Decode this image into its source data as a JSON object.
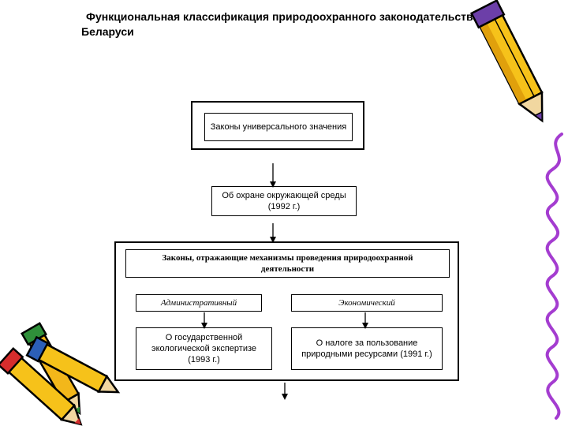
{
  "title": {
    "line1": "Функциональная классификация природоохранного законодательства",
    "line2": "Беларуси"
  },
  "diagram": {
    "top_box": "Законы универсального значения",
    "middle_box": "Об охране окружающей среды (1992 г.)",
    "mechanisms_box": "Законы, отражающие механизмы проведения природоохранной деятельности",
    "left_category": "Административный",
    "right_category": "Экономический",
    "left_law": "О государственной экологической экспертизе (1993 г.)",
    "right_law": "О налоге за пользование природными ресурсами (1991 г.)"
  },
  "decorations": [
    "pencil-icon",
    "pencils-bundle-icon",
    "wavy-line"
  ]
}
